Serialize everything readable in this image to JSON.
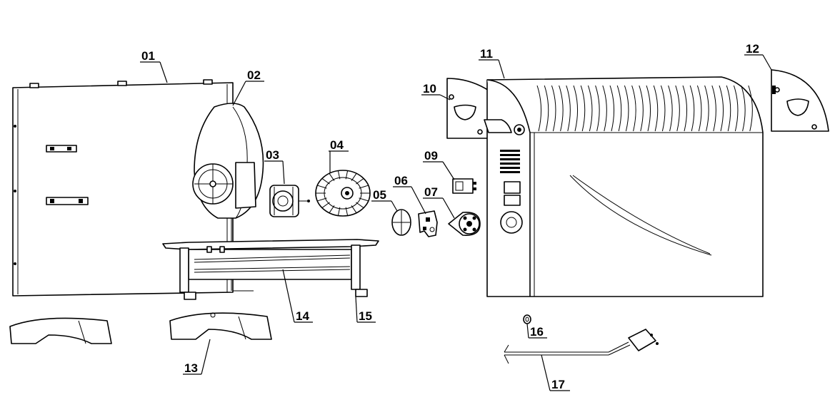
{
  "callouts": [
    {
      "id": "01",
      "label": "01"
    },
    {
      "id": "02",
      "label": "02"
    },
    {
      "id": "03",
      "label": "03"
    },
    {
      "id": "04",
      "label": "04"
    },
    {
      "id": "05",
      "label": "05"
    },
    {
      "id": "06",
      "label": "06"
    },
    {
      "id": "07",
      "label": "07"
    },
    {
      "id": "09",
      "label": "09"
    },
    {
      "id": "10",
      "label": "10"
    },
    {
      "id": "11",
      "label": "11"
    },
    {
      "id": "12",
      "label": "12"
    },
    {
      "id": "13",
      "label": "13"
    },
    {
      "id": "14",
      "label": "14"
    },
    {
      "id": "15",
      "label": "15"
    },
    {
      "id": "16",
      "label": "16"
    },
    {
      "id": "17",
      "label": "17"
    }
  ]
}
